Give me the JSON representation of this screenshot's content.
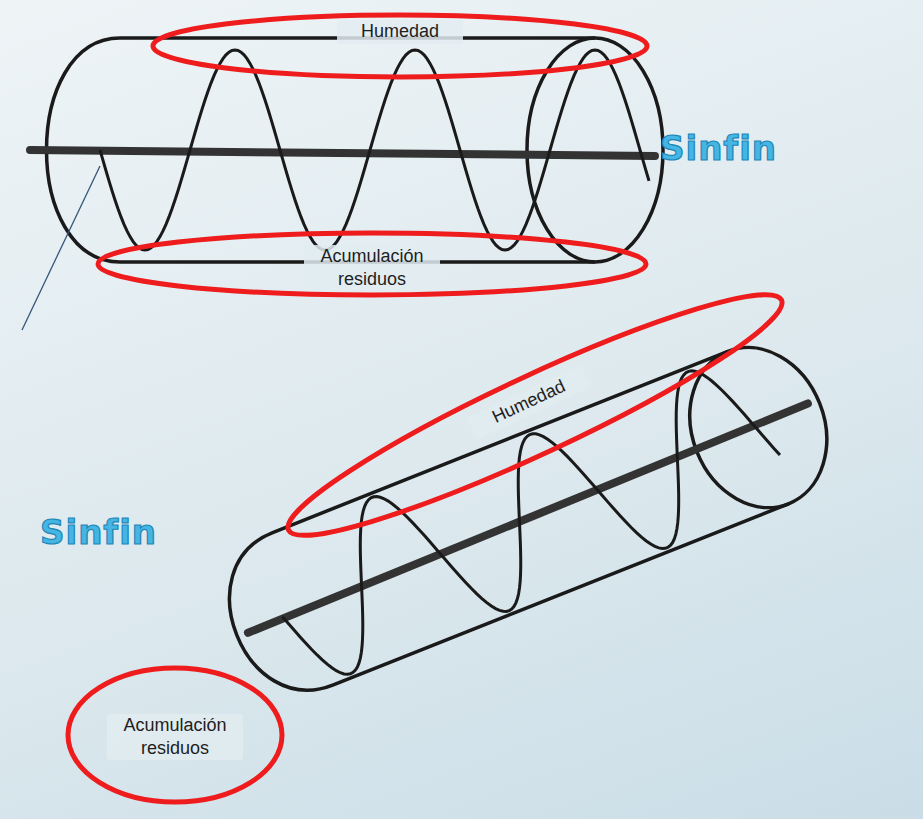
{
  "diagram": {
    "nodes": [
      {
        "text": [
          "Humedad"
        ]
      },
      {
        "text": [
          "Acumulación residuos"
        ]
      },
      {
        "text": [
          "Humedad"
        ]
      },
      {
        "text": [
          "Acumulación residuos"
        ]
      }
    ],
    "labels": [
      "Sinfin",
      "Sinfin"
    ]
  }
}
